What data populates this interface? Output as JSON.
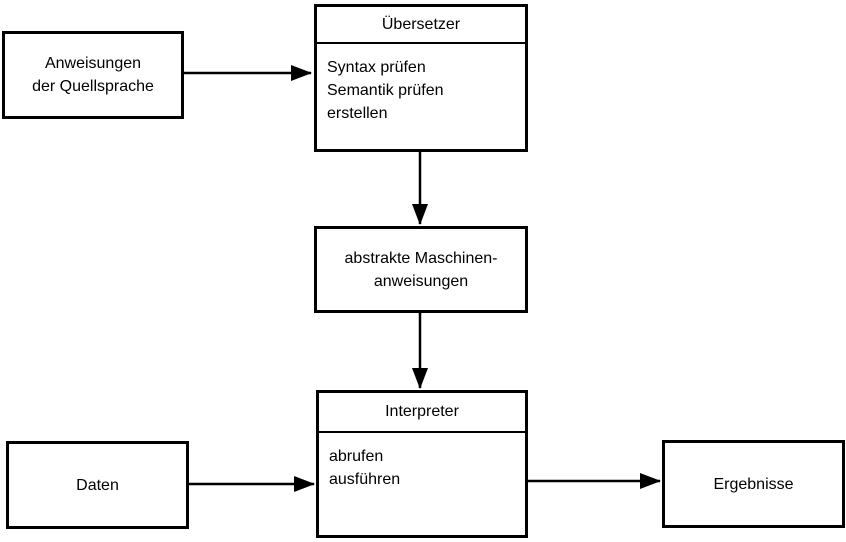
{
  "diagram": {
    "colors": {
      "background": "#ffffff",
      "line": "#000000",
      "text": "#000000"
    },
    "nodes": {
      "source": {
        "line1": "Anweisungen",
        "line2": "der Quellsprache"
      },
      "translator": {
        "title": "Übersetzer",
        "body": [
          "Syntax prüfen",
          "Semantik prüfen",
          "erstellen"
        ]
      },
      "abstract_instructions": {
        "line1": "abstrakte Maschinen-",
        "line2": "anweisungen"
      },
      "interpreter": {
        "title": "Interpreter",
        "body": [
          "abrufen",
          "ausführen"
        ]
      },
      "data": {
        "label": "Daten"
      },
      "results": {
        "label": "Ergebnisse"
      }
    }
  }
}
